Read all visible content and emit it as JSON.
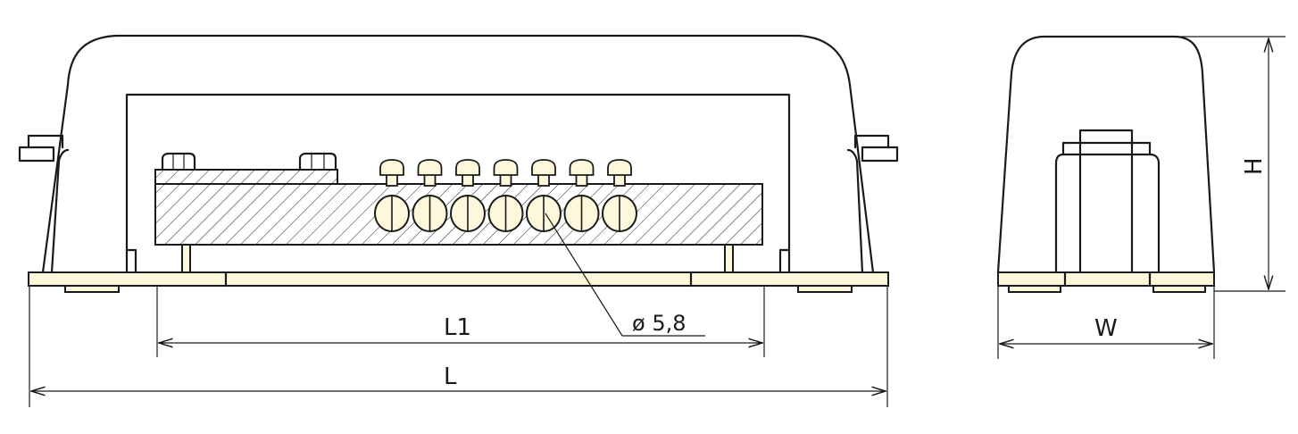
{
  "colors": {
    "stroke": "#1a1a1a",
    "fill": "#fdf8dc",
    "background": "#ffffff"
  },
  "labels": {
    "diameter": "ø 5,8",
    "l1": "L1",
    "l": "L",
    "w": "W",
    "h": "H"
  },
  "bolt_count": 7
}
